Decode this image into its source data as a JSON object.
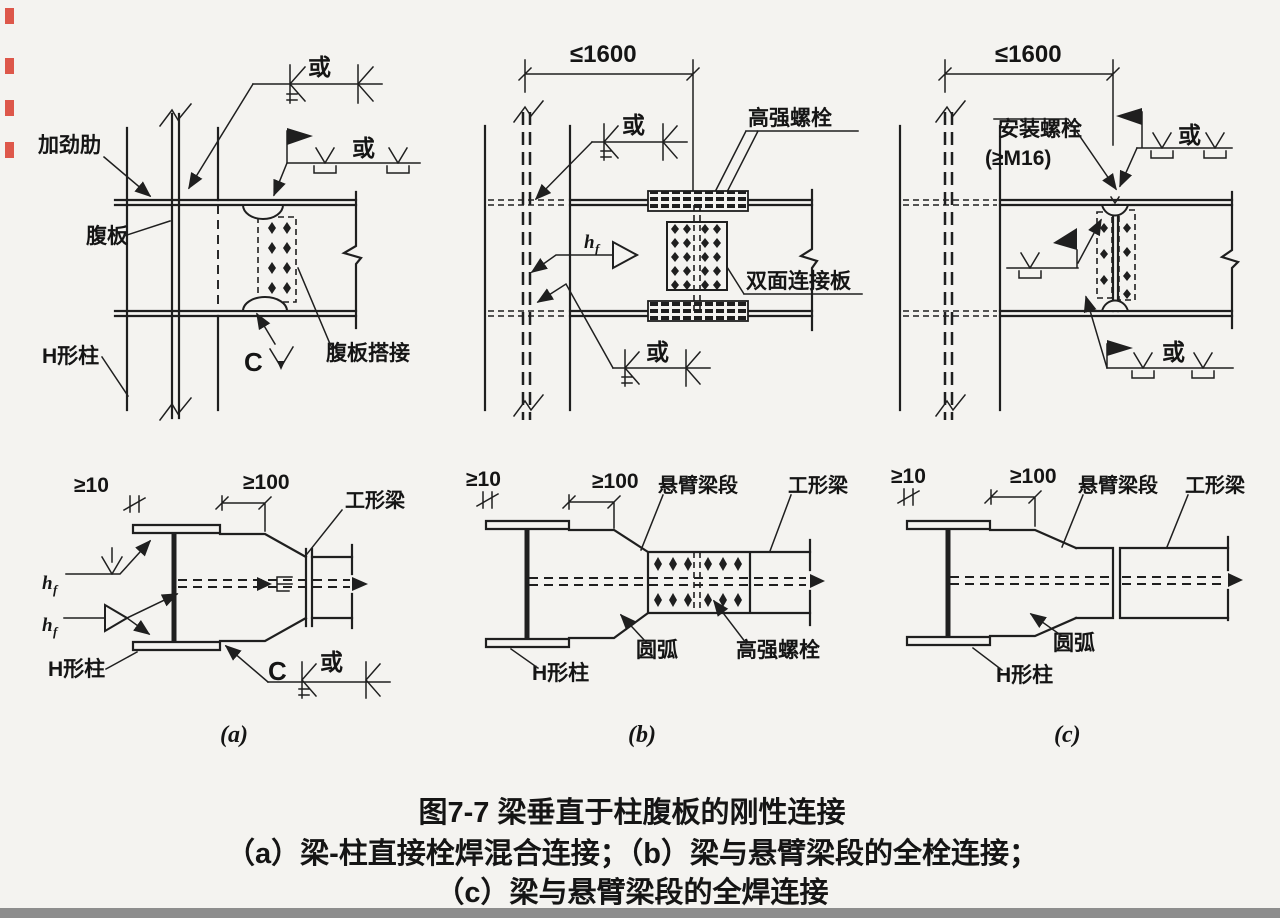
{
  "colors": {
    "ink": "#1f1f1f",
    "paper": "#f4f3f0",
    "footer_bar": "#8d8d8d",
    "artifact_red": "#d93c2e"
  },
  "dims": {
    "le1600": "≤1600",
    "ge10": "≥10",
    "ge100": "≥100"
  },
  "parts": {
    "stiffener": "加劲肋",
    "web": "腹板",
    "h_column": "H形柱",
    "web_lap": "腹板搭接",
    "hs_bolt": "高强螺栓",
    "double_plate": "双面连接板",
    "install_bolt": "安装螺栓",
    "install_spec": "(≥M16)",
    "cantilever": "悬臂梁段",
    "i_beam": "工形梁",
    "arc": "圆弧"
  },
  "weld": {
    "or": "或",
    "c": "C",
    "h": "h",
    "f": "f"
  },
  "subfig": {
    "a": "(a)",
    "b": "(b)",
    "c": "(c)"
  },
  "caption": {
    "title": "图7-7 梁垂直于柱腹板的刚性连接",
    "line_ab": "（a）梁-柱直接栓焊混合连接；（b）梁与悬臂梁段的全栓连接；",
    "line_c": "（c）梁与悬臂梁段的全焊连接"
  }
}
